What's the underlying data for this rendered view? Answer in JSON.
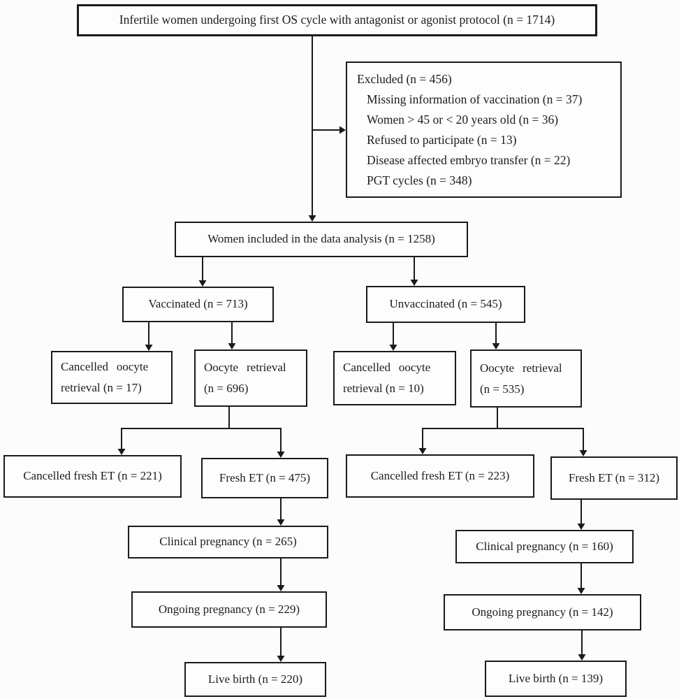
{
  "figure": {
    "kind": "flow-diagram",
    "line_color": "#1a1a1a",
    "background": "#fcfcfc"
  },
  "nodes": {
    "screening": {
      "text": "Infertile women undergoing first OS cycle with antagonist or agonist protocol (n = 1714)"
    },
    "excluded": {
      "title": "Excluded (n = 456)",
      "items": [
        "Missing information of vaccination (n = 37)",
        "Women > 45 or < 20 years old (n = 36)",
        "Refused to participate (n = 13)",
        "Disease affected embryo transfer (n = 22)",
        "PGT cycles (n = 348)"
      ]
    },
    "included": {
      "text": "Women included in the data analysis (n = 1258)"
    },
    "vaccinated": {
      "text": "Vaccinated (n = 713)"
    },
    "unvaccinated": {
      "text": "Unvaccinated (n = 545)"
    },
    "vax_cancelled_oocyte": {
      "line1": "Cancelled oocyte",
      "line2": "retrieval (n = 17)"
    },
    "vax_oocyte_retrieval": {
      "line1": "Oocyte retrieval",
      "line2": "(n = 696)"
    },
    "unvax_cancelled_oocyte": {
      "line1": "Cancelled oocyte",
      "line2": "retrieval (n = 10)"
    },
    "unvax_oocyte_retrieval": {
      "line1": "Oocyte retrieval",
      "line2": "(n = 535)"
    },
    "vax_cancelled_fresh_et": {
      "text": "Cancelled fresh ET (n = 221)"
    },
    "vax_fresh_et": {
      "text": "Fresh ET (n = 475)"
    },
    "unvax_cancelled_fresh_et": {
      "text": "Cancelled fresh ET (n = 223)"
    },
    "unvax_fresh_et": {
      "text": "Fresh ET (n = 312)"
    },
    "vax_clinical_pregnancy": {
      "text": "Clinical pregnancy (n = 265)"
    },
    "unvax_clinical_pregnancy": {
      "text": "Clinical pregnancy (n = 160)"
    },
    "vax_ongoing_pregnancy": {
      "text": "Ongoing pregnancy (n = 229)"
    },
    "unvax_ongoing_pregnancy": {
      "text": "Ongoing pregnancy (n = 142)"
    },
    "vax_live_birth": {
      "text": "Live birth (n = 220)"
    },
    "unvax_live_birth": {
      "text": "Live birth (n = 139)"
    }
  }
}
